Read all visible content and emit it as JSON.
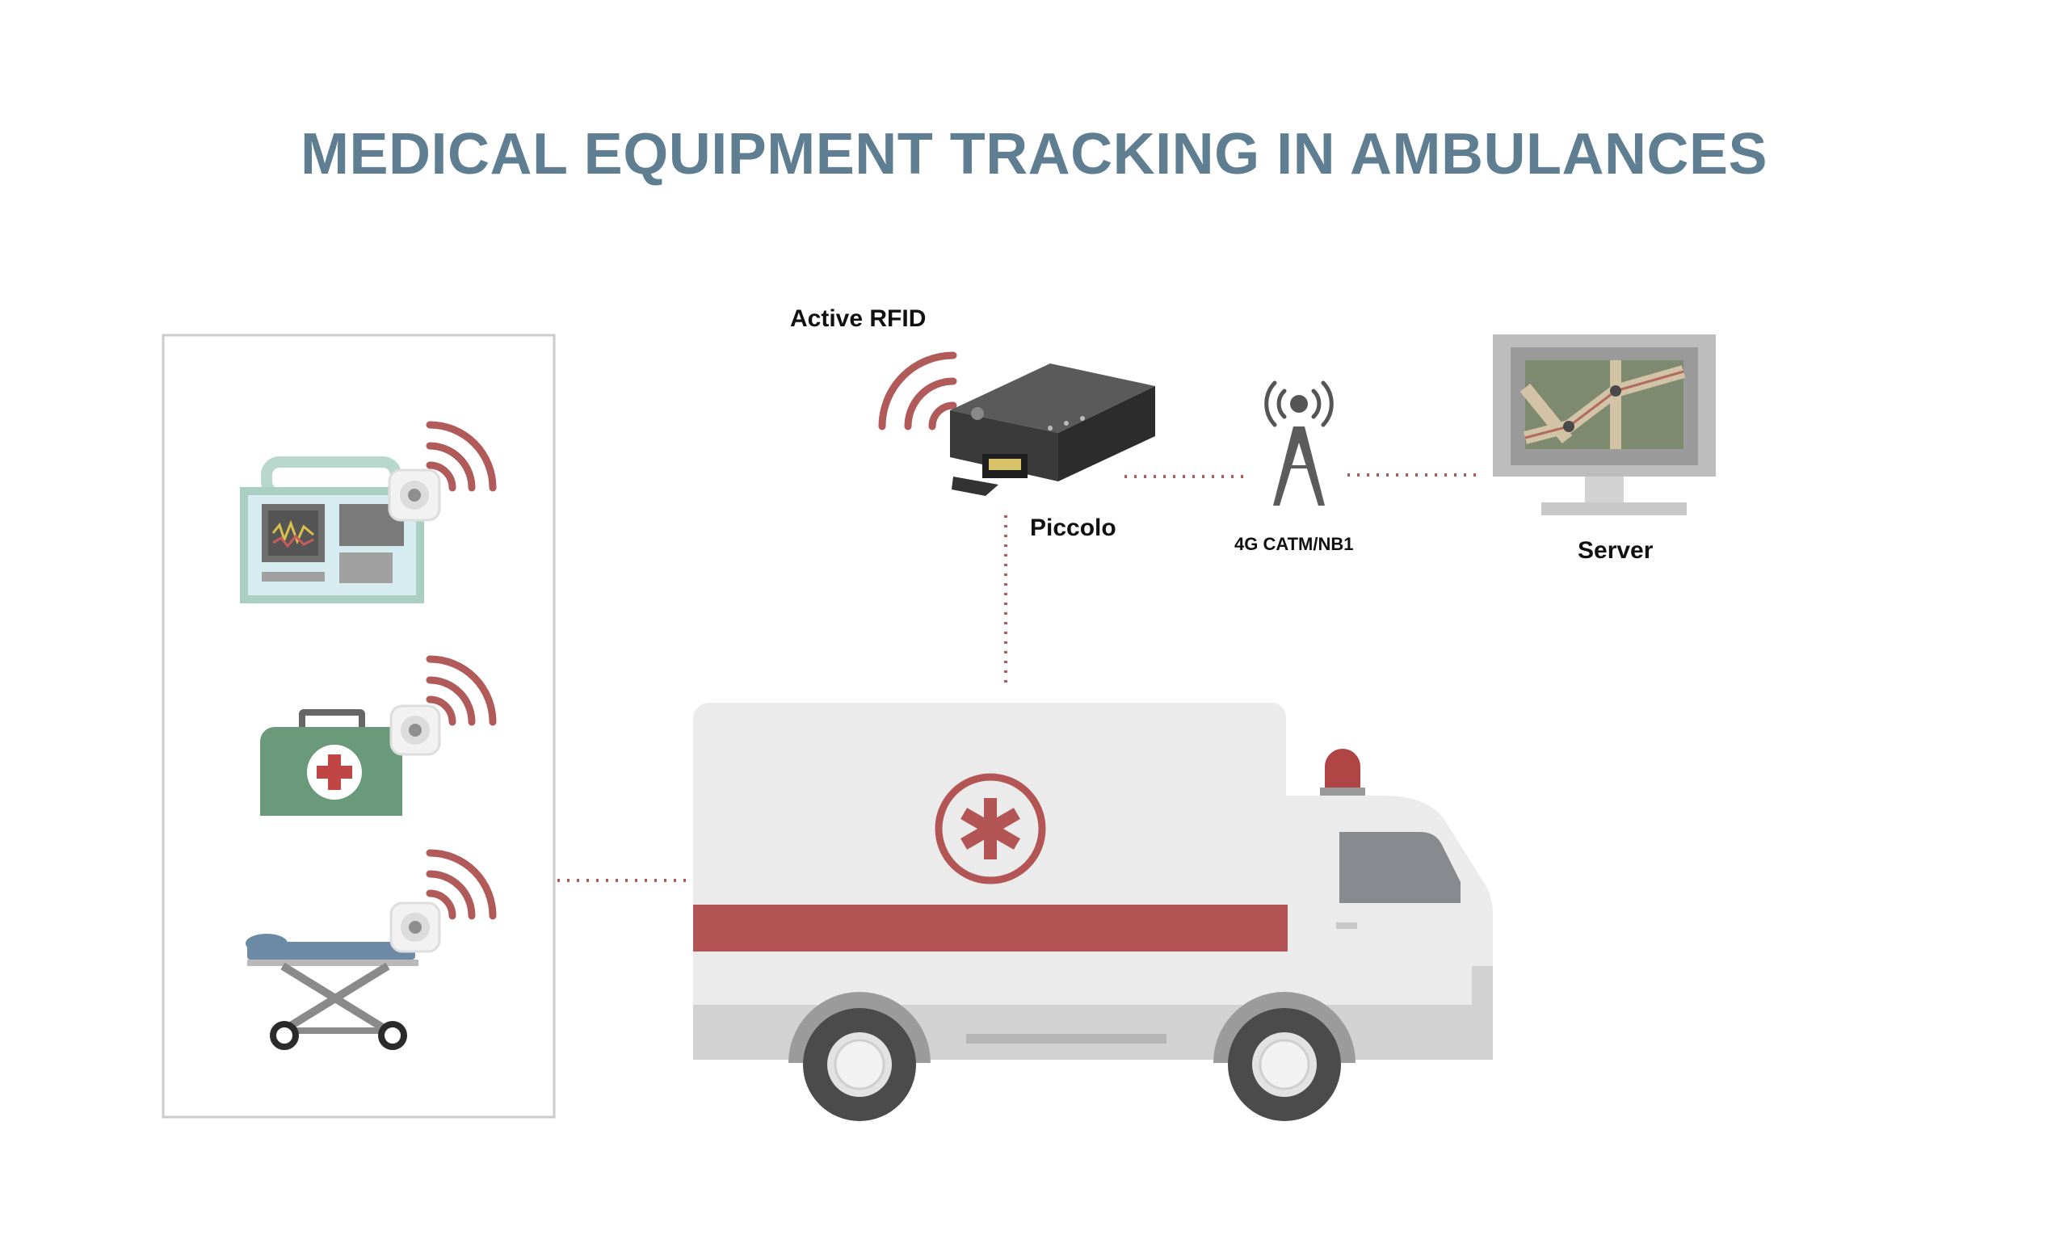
{
  "title": "MEDICAL EQUIPMENT TRACKING IN AMBULANCES",
  "labels": {
    "active_rfid": "Active RFID",
    "piccolo": "Piccolo",
    "network": "4G CATM/NB1",
    "server": "Server"
  },
  "icons": {
    "monitor": "patient-monitor-icon",
    "first_aid": "first-aid-kit-icon",
    "stretcher": "stretcher-icon",
    "tag": "rfid-tag-icon",
    "piccolo_device": "gateway-device-icon",
    "tower": "cell-tower-icon",
    "server_screen": "server-monitor-icon",
    "vehicle": "ambulance-icon"
  },
  "colors": {
    "title": "#5f7e92",
    "signal": "#b05a5a",
    "dotted_link": "#b05a5a",
    "ambulance_stripe": "#b35555",
    "kit_green": "#6a9a7a",
    "monitor_frame": "#a9cfc3",
    "stretcher_blue": "#6d8aa5"
  }
}
